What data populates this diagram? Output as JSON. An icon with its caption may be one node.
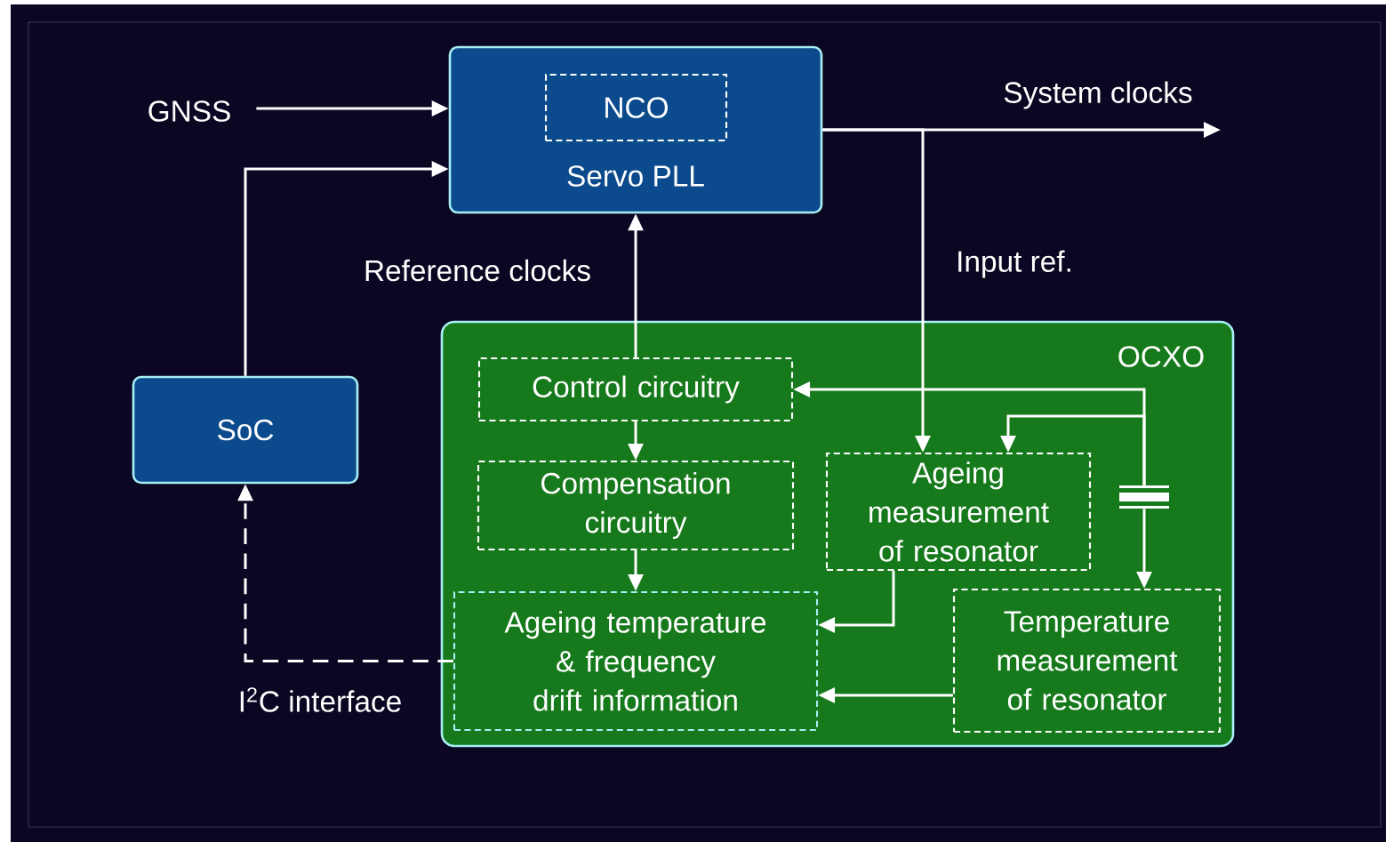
{
  "diagram": {
    "nodes": [
      {
        "text": [
          "Servo PLL"
        ]
      },
      {
        "text": [
          "NCO"
        ],
        "in": 0
      },
      {
        "text": [
          "GNSS"
        ]
      },
      {
        "text": [
          "SoC"
        ]
      },
      {
        "text": [
          "OCXO"
        ]
      },
      {
        "text": [
          "Control circuitry"
        ],
        "in": 4
      },
      {
        "text": [
          "Compensation circuitry"
        ],
        "in": 4
      },
      {
        "text": [
          "Ageing measurement of resonator"
        ],
        "in": 4
      },
      {
        "text": [
          "Ageing temperature & frequency drift information"
        ],
        "in": 4
      },
      {
        "text": [
          "Temperature measurement of resonator"
        ],
        "in": 4
      },
      {
        "text": [],
        "shape": "crystal",
        "in": 4
      }
    ],
    "edges": [
      {
        "from": 2,
        "to": 0,
        "arrow": "to"
      },
      {
        "from": 3,
        "to": 0,
        "arrow": "to"
      },
      {
        "from": 8,
        "to": 3,
        "arrow": "to",
        "style": "dashed",
        "label": "I$^{2}$C interface"
      },
      {
        "from": 5,
        "to": 0,
        "arrow": "to",
        "label": "Reference clocks"
      },
      {
        "from": 0,
        "to": null,
        "arrow": "to",
        "label": "System clocks"
      },
      {
        "from": 0,
        "to": 7,
        "arrow": "to",
        "label": "Input ref."
      },
      {
        "from": 5,
        "to": 6,
        "arrow": "to"
      },
      {
        "from": 6,
        "to": 8,
        "arrow": "to"
      },
      {
        "from": 7,
        "to": 8,
        "arrow": "to"
      },
      {
        "from": 9,
        "to": 8,
        "arrow": "to"
      },
      {
        "from": 10,
        "to": 5,
        "arrow": "to"
      },
      {
        "from": 10,
        "to": 7,
        "arrow": "to"
      },
      {
        "from": 10,
        "to": 9,
        "arrow": "to"
      }
    ]
  }
}
